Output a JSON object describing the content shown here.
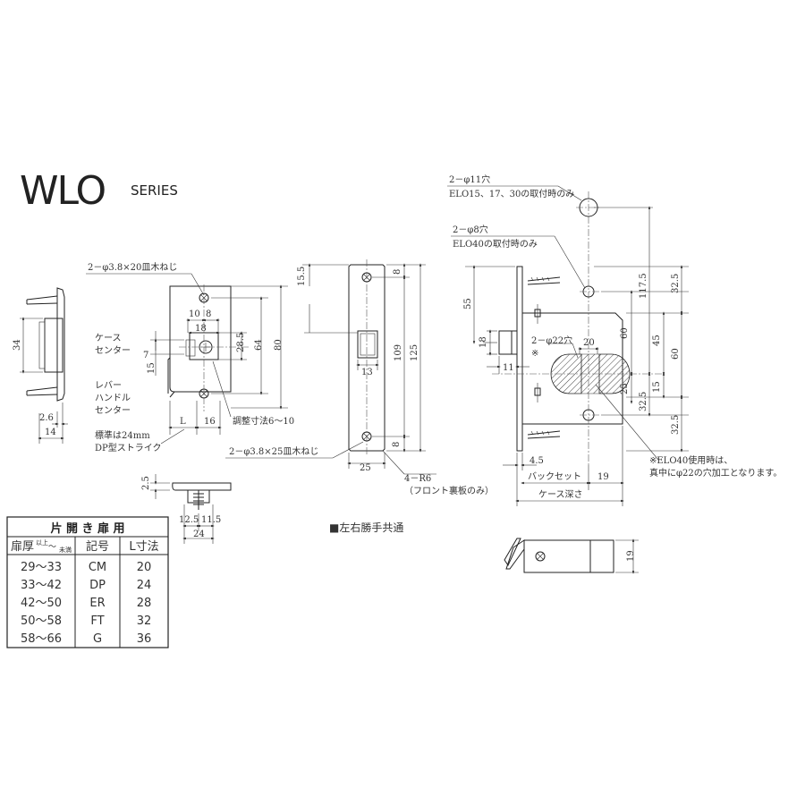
{
  "title": {
    "main": "WLO",
    "sub": "SERIES"
  },
  "common_note": "■左右勝手共通",
  "table": {
    "caption": "片 開 き 扉 用",
    "headers": [
      "扉厚(㎜)",
      "記号",
      "L寸法"
    ],
    "door_header_main": "扉厚",
    "door_header_small_top": "以上",
    "door_header_small_bottom": "未満",
    "door_header_tilde": "〜",
    "rows": [
      [
        "29〜33",
        "CM",
        "20"
      ],
      [
        "33〜42",
        "DP",
        "24"
      ],
      [
        "42〜50",
        "ER",
        "28"
      ],
      [
        "50〜58",
        "FT",
        "32"
      ],
      [
        "58〜66",
        "G",
        "36"
      ]
    ]
  },
  "strike": {
    "screw_note": "2－φ3.8×20皿木ねじ",
    "case_center": [
      "ケース",
      "センター"
    ],
    "lever_center": [
      "レバー",
      "ハンドル",
      "センター"
    ],
    "adjust_note": "調整寸法6〜10",
    "standard_note": [
      "標準は24mm",
      "DP型ストライク"
    ],
    "dims": {
      "d34": "34",
      "d2_6": "2.6",
      "d14": "14",
      "d10": "10",
      "d8": "8",
      "d18": "18",
      "d28_5": "28.5",
      "d64": "64",
      "d80": "80",
      "d7": "7",
      "d15": "15",
      "dL": "L",
      "d16": "16",
      "d2_5": "2.5",
      "d12_5": "12.5",
      "d11_5": "11.5",
      "d24": "24"
    }
  },
  "front": {
    "screw_note": "2－φ3.8×25皿木ねじ",
    "radius_note": "4－R6",
    "radius_sub": "（フロント裏板のみ）",
    "dims": {
      "d15_5": "15.5",
      "d8a": "8",
      "d109": "109",
      "d125": "125",
      "d13": "13",
      "d8b": "8",
      "d25": "25"
    }
  },
  "case": {
    "hole11_note": [
      "2－φ11穴",
      "ELO15、17、30の取付時のみ"
    ],
    "hole8_note": [
      "2－φ8穴",
      "ELO40の取付時のみ"
    ],
    "hole22_note": "2－φ22穴",
    "ref_mark": "※",
    "elo40_note": [
      "※ELO40使用時は、",
      "真中にφ22の穴加工となります。"
    ],
    "backset": "バックセット",
    "case_depth": "ケース深さ",
    "dims": {
      "d55": "55",
      "d18": "18",
      "d11": "11",
      "d4_5": "4.5",
      "d19": "19",
      "d20": "20",
      "d60a": "60",
      "d117_5": "117.5",
      "d32_5a": "32.5",
      "d45": "45",
      "d60b": "60",
      "d25": "25",
      "d15": "15",
      "d32_5b": "32.5",
      "d32_5c": "32.5",
      "d19b": "19"
    }
  }
}
